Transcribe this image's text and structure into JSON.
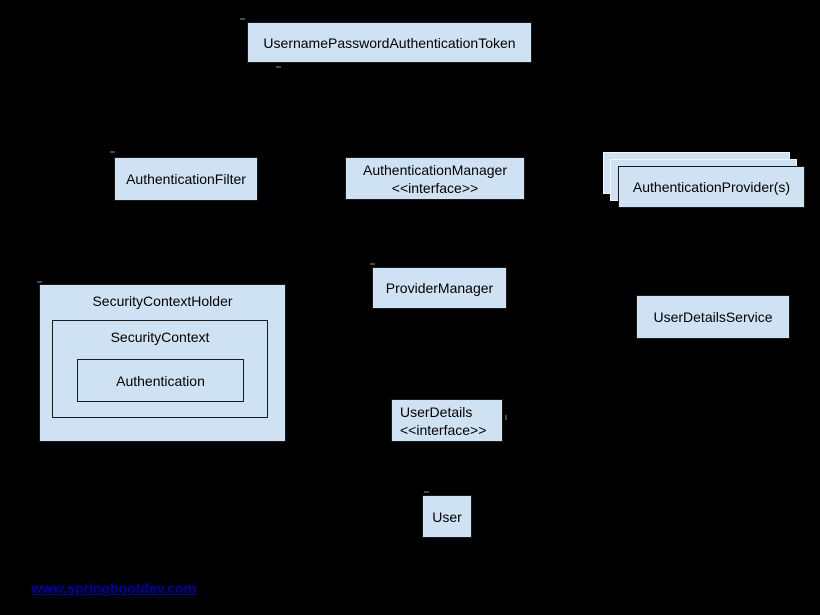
{
  "colors": {
    "background": "#000000",
    "node_fill": "#cfe2f3",
    "node_border": "#1b1b1b",
    "stack_back_border": "#f2f6fb",
    "text": "#000000",
    "link": "#0000a8"
  },
  "nodes": {
    "token": {
      "label": "UsernamePasswordAuthenticationToken"
    },
    "filter": {
      "label": "AuthenticationFilter"
    },
    "manager": {
      "line1": "AuthenticationManager",
      "line2": "<<interface>>"
    },
    "providers": {
      "label": "AuthenticationProvider(s)"
    },
    "provider_manager": {
      "label": "ProviderManager"
    },
    "user_details_service": {
      "label": "UserDetailsService"
    },
    "security_context_holder": {
      "label": "SecurityContextHolder"
    },
    "security_context": {
      "label": "SecurityContext"
    },
    "authentication": {
      "label": "Authentication"
    },
    "user_details": {
      "line1": "UserDetails",
      "line2": "<<interface>>"
    },
    "user": {
      "label": "User"
    }
  },
  "footer": {
    "link_text": "www.springbootdev.com"
  }
}
